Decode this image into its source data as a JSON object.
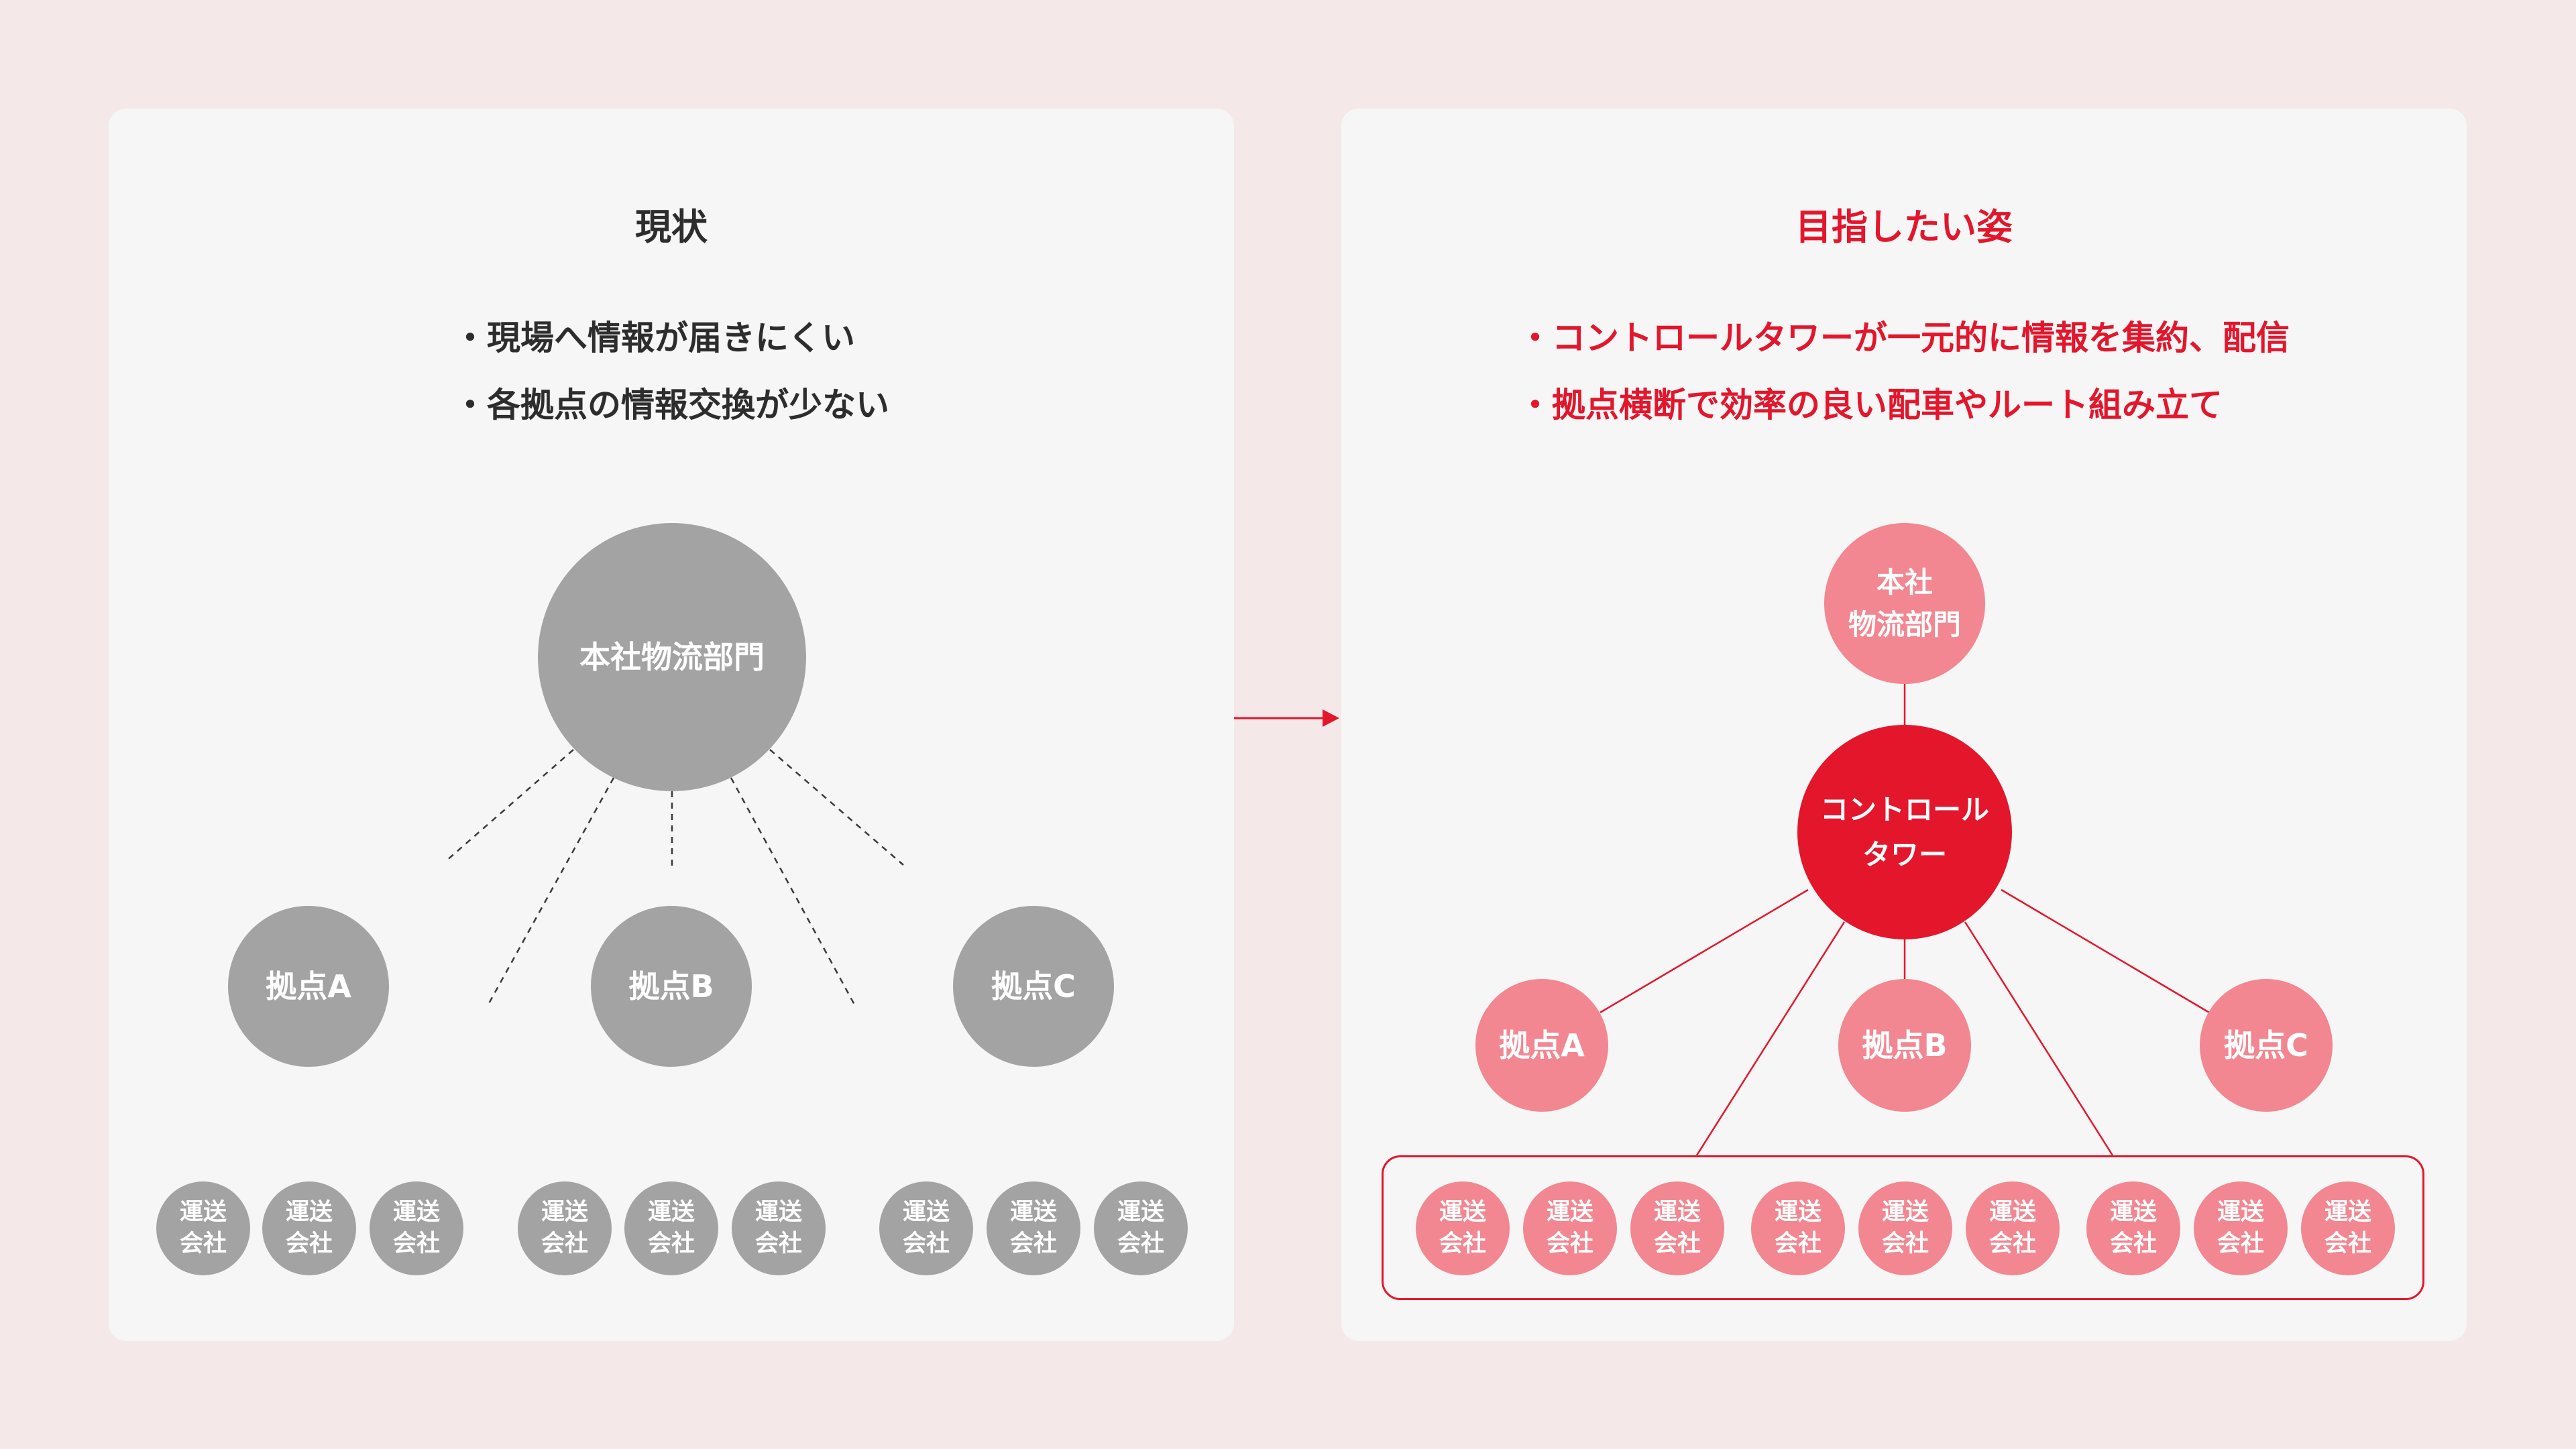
{
  "current": {
    "title": "現状",
    "bullets": [
      "・現場へ情報が届きにくい",
      "・各拠点の情報交換が少ない"
    ],
    "hq": "本社物流部門",
    "hubs": [
      "拠点A",
      "拠点B",
      "拠点C"
    ],
    "carrier": "運送\n会社"
  },
  "future": {
    "title": "目指したい姿",
    "bullets": [
      "・コントロールタワーが一元的に情報を集約、配信",
      "・拠点横断で効率の良い配車やルート組み立て"
    ],
    "hq": "本社\n物流部門",
    "control_tower": "コントロール\nタワー",
    "hubs": [
      "拠点A",
      "拠点B",
      "拠点C"
    ],
    "carrier": "運送\n会社"
  },
  "colors": {
    "background": "#f4e8e8",
    "panel": "#f6f6f6",
    "gray_node": "#a3a3a3",
    "pink_node": "#f28791",
    "accent_red": "#e3162c",
    "text_dark": "#2d2d2d"
  }
}
